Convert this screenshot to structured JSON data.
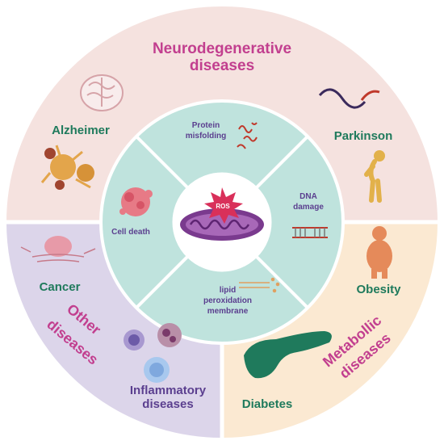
{
  "center": {
    "label": "ROS"
  },
  "inner_ring": {
    "protein": [
      "Protein",
      "misfolding"
    ],
    "dna": [
      "DNA",
      "damage"
    ],
    "lipid": [
      "lipid",
      "peroxidation",
      "membrane"
    ],
    "cell_death": "Cell death"
  },
  "sectors": {
    "neuro": {
      "title": [
        "Neurodegenerative",
        "diseases"
      ],
      "alzheimer": "Alzheimer",
      "parkinson": "Parkinson"
    },
    "metabolic": {
      "title": [
        "Metabollic",
        "diseases"
      ],
      "obesity": "Obesity",
      "diabetes": "Diabetes"
    },
    "other": {
      "title": [
        "Other",
        "diseases"
      ],
      "cancer": "Cancer",
      "inflammatory": [
        "Inflammatory",
        "diseases"
      ]
    }
  },
  "colors": {
    "neuro_bg": "#f5e2df",
    "metabolic_bg": "#fbe9d2",
    "other_bg": "#dcd5ea",
    "inner_bg": "#bfe3dd",
    "center_bg": "#ffffff",
    "green_text": "#1f7a5c",
    "pink_text": "#c23f8f",
    "purple_text": "#5b3f8f"
  }
}
